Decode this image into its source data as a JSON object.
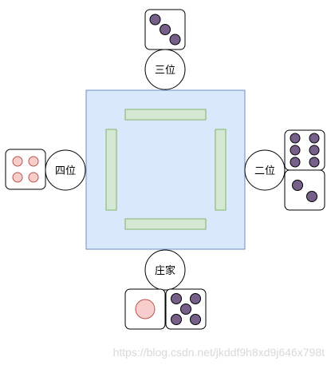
{
  "seats": {
    "top": "三位",
    "right": "二位",
    "left": "四位",
    "bottom": "庄家"
  },
  "dice": {
    "top": [
      3
    ],
    "right": [
      6,
      2
    ],
    "left": [
      4
    ],
    "bottom": [
      1,
      5
    ]
  },
  "watermark": "https://blog.csdn.net/jkddf9h8xd9j646x798t",
  "colors": {
    "table_fill": "#dae8fc",
    "table_stroke": "#6c8ebf",
    "tile_fill": "#d5e8d4",
    "tile_stroke": "#82b366",
    "pip_purple": "#76608a",
    "pip_red": "#f8cecc",
    "pip_red_stroke": "#b85450"
  }
}
